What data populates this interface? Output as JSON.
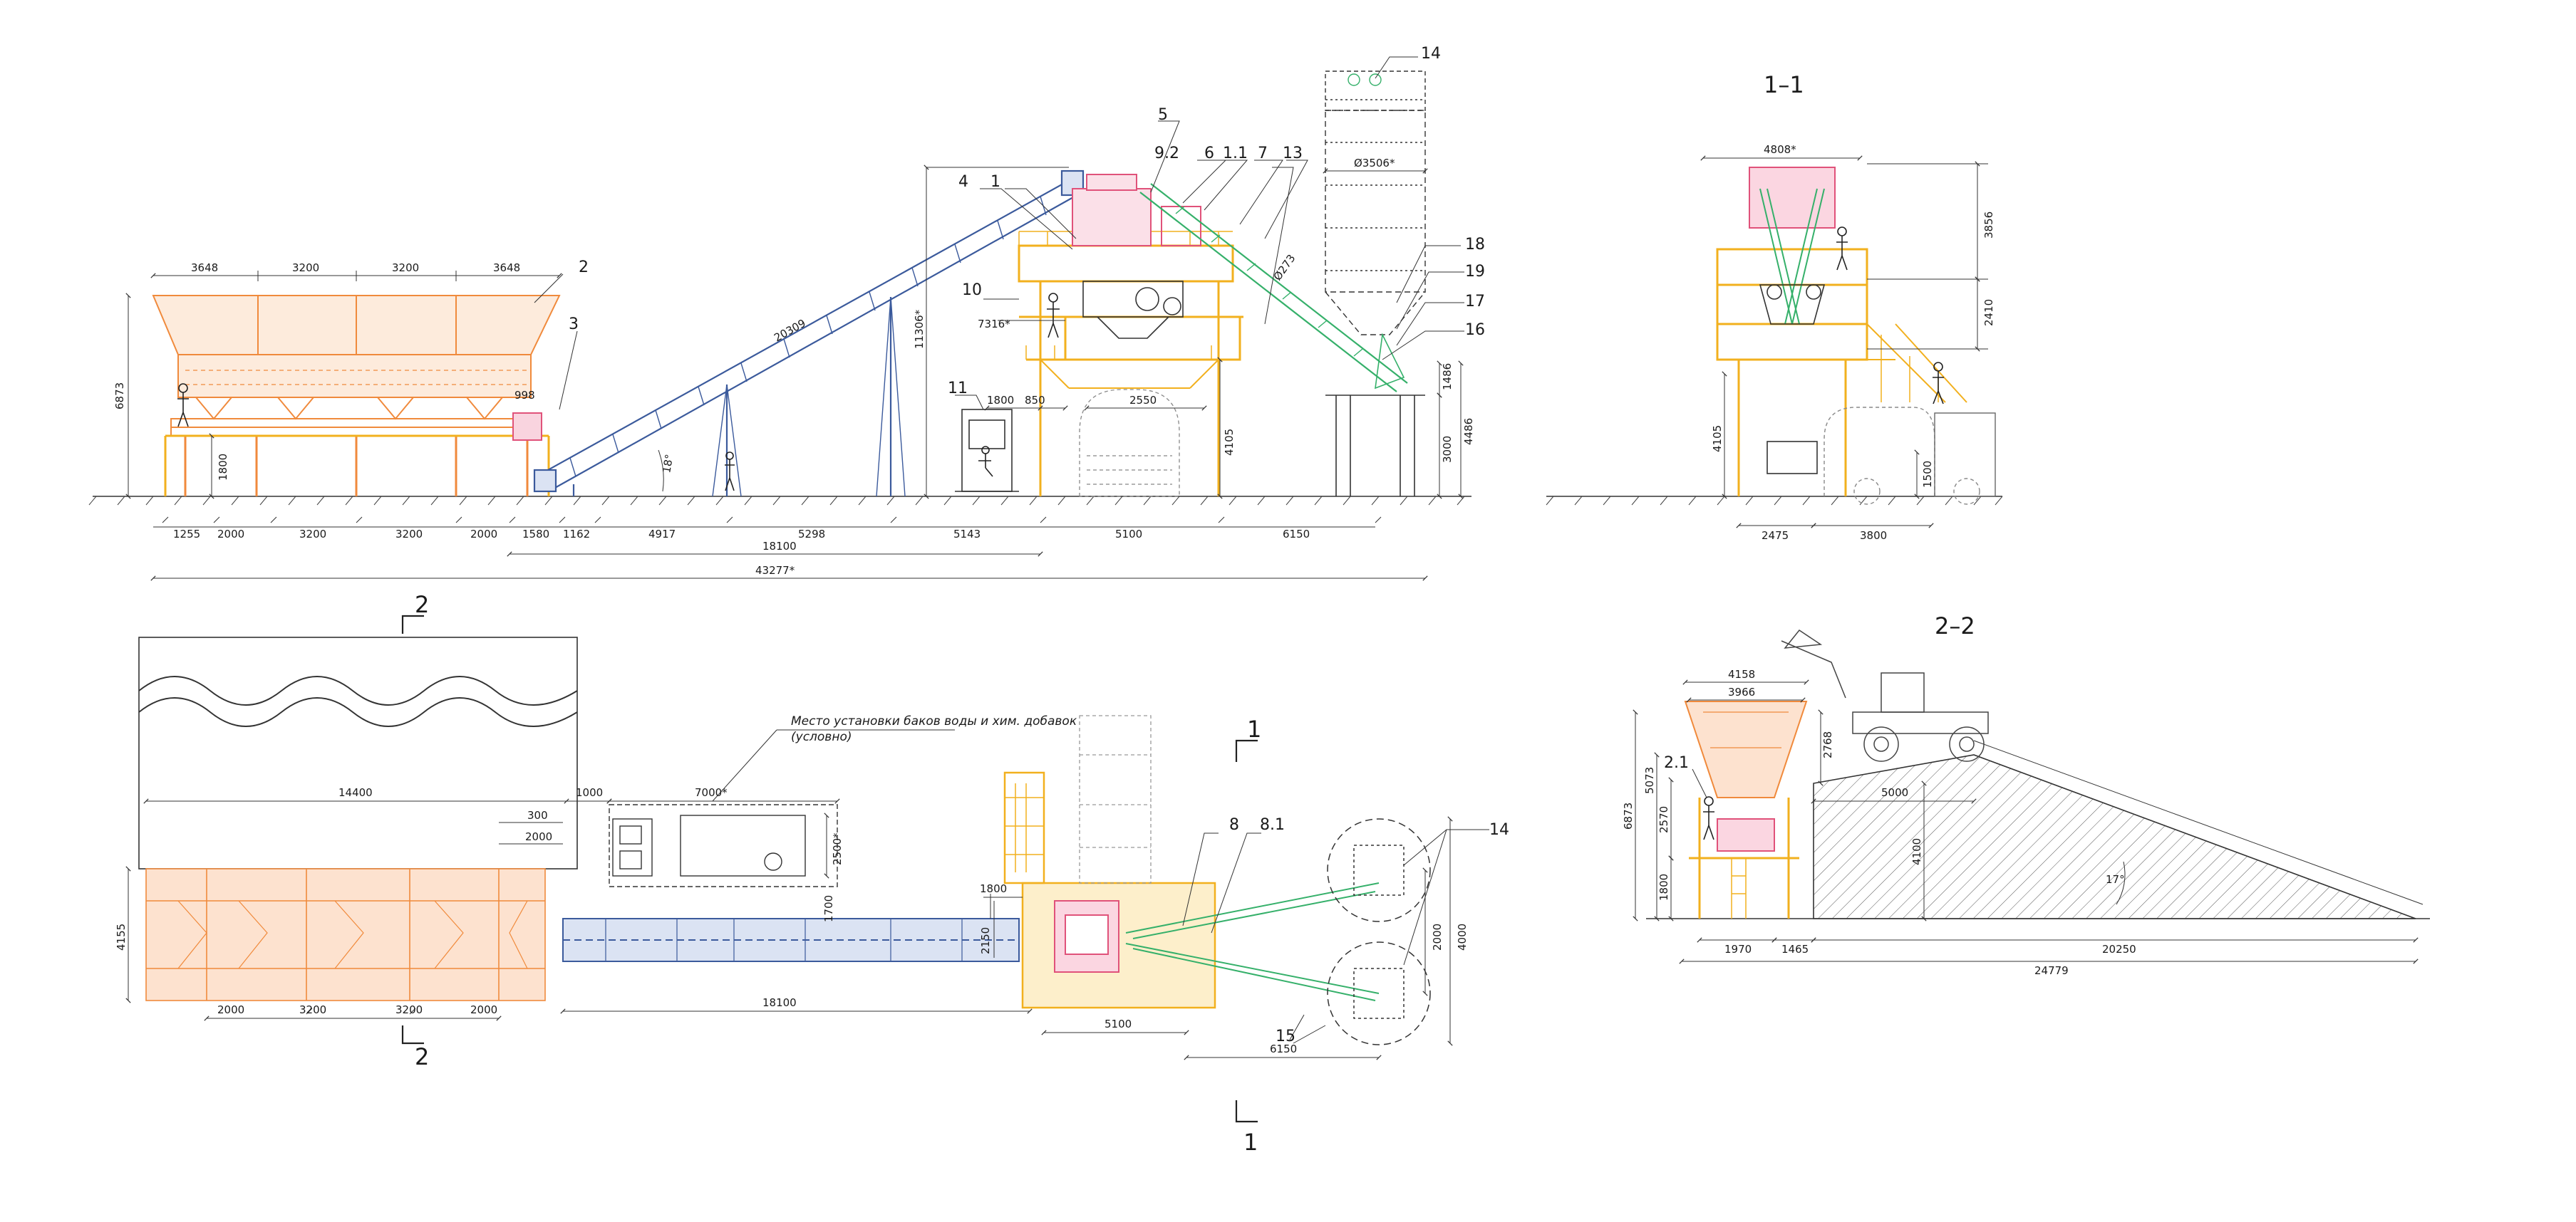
{
  "colors": {
    "hopper": "#f08a3c",
    "hopper_light": "#f6b27f",
    "frame": "#f2b01e",
    "conveyor": "#3b5a9c",
    "mixer": "#e0527a",
    "screw": "#35b06a",
    "ink": "#333333"
  },
  "icons": [
    "person-icon",
    "truck-icon",
    "wheel-loader-icon"
  ],
  "section_labels": {
    "s1": "1–1",
    "s2": "2–2",
    "cut_1": "1",
    "cut_2": "2"
  },
  "callouts": [
    "14",
    "5",
    "9.2",
    "6",
    "1.1",
    "7",
    "13",
    "4",
    "1",
    "2",
    "3",
    "10",
    "11",
    "18",
    "19",
    "17",
    "16",
    "8",
    "8.1",
    "15",
    "2.1"
  ],
  "note": {
    "line1": "Место установки баков воды и хим. добавок",
    "line2": "(условно)"
  },
  "elevation": {
    "top_dims": [
      "3648",
      "3200",
      "3200",
      "3648"
    ],
    "height": "6873",
    "hopper_leg": "1800",
    "small_998": "998",
    "conveyor_length": "20309",
    "angle": "18°",
    "tower_height": "11306*",
    "deck": "7316*",
    "dim_1800": "1800",
    "dim_850": "850",
    "dim_2550": "2550",
    "dim_4105": "4105",
    "silo_dia": "Ø3506*",
    "screw_dia": "Ø273",
    "dim_1486": "1486",
    "dim_3000": "3000",
    "dim_4486": "4486",
    "bottom_dims": [
      "1255",
      "2000",
      "3200",
      "3200",
      "2000",
      "1580",
      "1162",
      "4917",
      "5298",
      "5143",
      "5100",
      "6150"
    ],
    "dim_18100": "18100",
    "total": "43277*"
  },
  "plan": {
    "dim_14400": "14400",
    "dim_1000": "1000",
    "dim_7000": "7000*",
    "dim_300": "300",
    "dim_2000": "2000",
    "dim_2500": "2500*",
    "dim_4155": "4155",
    "dim_1700": "1700",
    "dim_1800": "1800",
    "dim_2150": "2150",
    "bottom_dims": [
      "2000",
      "3200",
      "3200",
      "2000"
    ],
    "dim_18100": "18100",
    "dim_5100": "5100",
    "dim_6150": "6150",
    "dim_2000_v": "2000",
    "dim_4000": "4000"
  },
  "section_1": {
    "top": "4808*",
    "h_3856": "3856",
    "h_2410": "2410",
    "h_4105": "4105",
    "h_1500": "1500",
    "w_2475": "2475",
    "w_3800": "3800"
  },
  "section_2": {
    "w_4158": "4158",
    "w_3966": "3966",
    "h_6873": "6873",
    "h_5073": "5073",
    "h_2570": "2570",
    "h_1800": "1800",
    "h_2768": "2768",
    "w_5000": "5000",
    "h_4100": "4100",
    "angle": "17°",
    "w_1970": "1970",
    "w_1465": "1465",
    "w_20250": "20250",
    "w_24779": "24779"
  }
}
